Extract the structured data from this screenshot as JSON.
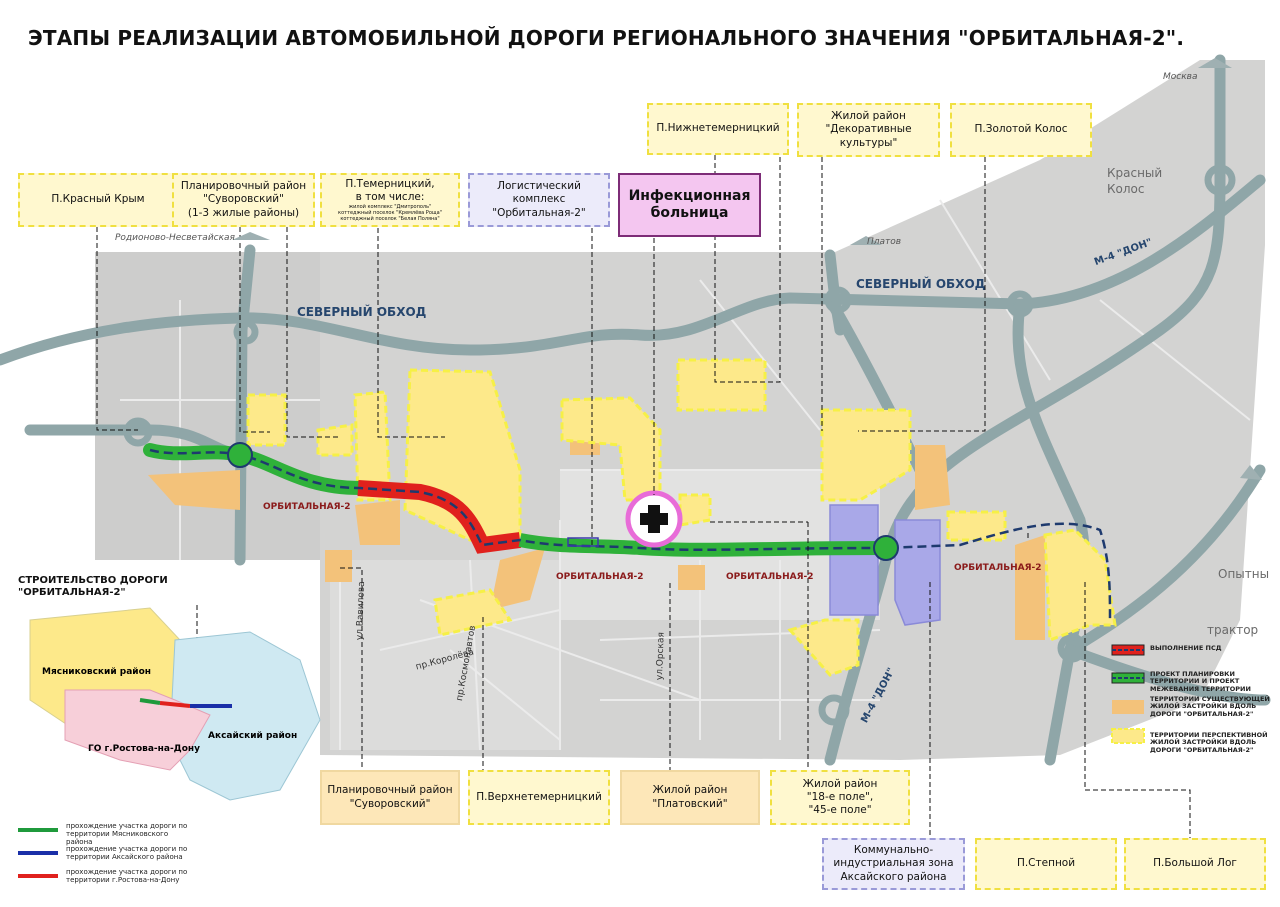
{
  "title": "ЭТАПЫ РЕАЛИЗАЦИИ АВТОМОБИЛЬНОЙ ДОРОГИ РЕГИОНАЛЬНОГО ЗНАЧЕНИЯ \"ОРБИТАЛЬНАЯ-2\".",
  "labels": {
    "krasny_krym": "П.Красный Крым",
    "suvorovsky_top": [
      "Планировочный район",
      "\"Суворовский\"",
      "(1-3 жилые районы)"
    ],
    "temernitsky": [
      "П.Темерницкий,",
      "в том числе:"
    ],
    "temernitsky_small": [
      "жилой комплекс \"Дмитрополь\"",
      "коттеджный поселок \"Кремлёва Роща\"",
      "коттеджный поселок \"Белая Поляна\""
    ],
    "logistics": [
      "Логистический",
      "комплекс",
      "\"Орбитальная-2\""
    ],
    "hospital": [
      "Инфекционная",
      "больница"
    ],
    "nizhnetemernitsky": "П.Нижнетемерницкий",
    "decorative": [
      "Жилой район",
      "\"Декоративные",
      "культуры\""
    ],
    "zolotoy_kolos": "П.Золотой Колос",
    "suvorovsky_bottom": [
      "Планировочный район",
      "\"Суворовский\""
    ],
    "verkhnetemernitsky": "П.Верхнетемерницкий",
    "platovsky": [
      "Жилой район",
      "\"Платовский\""
    ],
    "pole": [
      "Жилой район",
      "\"18-е поле\",",
      "\"45-е поле\""
    ],
    "industrial": [
      "Коммунально-",
      "индустриальная зона",
      "Аксайского района"
    ],
    "stepnoy": "П.Степной",
    "bolshoy_log": "П.Большой Лог"
  },
  "map_text": {
    "severny_obhod_1": "СЕВЕРНЫЙ ОБХОД",
    "severny_obhod_2": "СЕВЕРНЫЙ ОБХОД",
    "orbitalnaya_1": "ОРБИТАЛЬНАЯ-2",
    "orbitalnaya_2": "ОРБИТАЛЬНАЯ-2",
    "orbitalnaya_3": "ОРБИТАЛЬНАЯ-2",
    "orbitalnaya_4": "ОРБИТАЛЬНАЯ-2",
    "m4_don_1": "М-4 \"ДОН\"",
    "m4_don_2": "М-4 \"ДОН\"",
    "moskva": "Москва",
    "platov": "Платов",
    "rodionovo": "Родионово-Несветайская",
    "krasny_kolos": [
      "Красный",
      "Колос"
    ],
    "opytny": "Опытны",
    "traktor": "трактор",
    "ul_vavilova": "ул.Вавилова",
    "ul_orskaya": "ул.Орская",
    "pr_koroleva": "пр.Королёва",
    "pr_kosmonavtov": "пр.Космонавтов"
  },
  "legend": [
    {
      "text": "ВЫПОЛНЕНИЕ ПСД",
      "type": "red"
    },
    {
      "text": "ПРОЕКТ ПЛАНИРОВКИ ТЕРРИТОРИИ И ПРОЕКТ МЕЖЕВАНИЯ ТЕРРИТОРИИ",
      "type": "green"
    },
    {
      "text": "ТЕРРИТОРИИ СУЩЕСТВУЮЩЕЙ ЖИЛОЙ ЗАСТРОЙКИ ВДОЛЬ ДОРОГИ \"ОРБИТАЛЬНАЯ-2\"",
      "type": "orange"
    },
    {
      "text": "ТЕРРИТОРИИ ПЕРСПЕКТИВНОЙ ЖИЛОЙ ЗАСТРОЙКИ ВДОЛЬ ДОРОГИ \"ОРБИТАЛЬНАЯ-2\"",
      "type": "yellow"
    }
  ],
  "inset": {
    "title": [
      "СТРОИТЕЛЬСТВО ДОРОГИ",
      "\"ОРБИТАЛЬНАЯ-2\""
    ],
    "myasnikovsky": "Мясниковский район",
    "aksaysky": "Аксайский район",
    "rostov": "ГО г.Ростова-на-Дону",
    "legend": [
      {
        "text": "прохождение участка дороги по территории Мясниковского района",
        "color": "#1f9a3c"
      },
      {
        "text": "прохождение участка дороги по территории Аксайского района",
        "color": "#1a2fa8"
      },
      {
        "text": "прохождение участка дороги по территории г.Ростова-на-Дону",
        "color": "#e0211d"
      }
    ]
  },
  "colors": {
    "road_green": "#2fb13a",
    "road_red": "#e0211d",
    "road_dash": "#1e3a6e",
    "highway": "#8fa6a8",
    "existing": "#f3c27a",
    "planned": "#fde98a",
    "industrial": "#a9a8e8",
    "hospital_marker": "#e86cd8"
  },
  "icons": {
    "hospital": "medical-cross-icon",
    "north_arrow": "direction-arrow-icon"
  }
}
